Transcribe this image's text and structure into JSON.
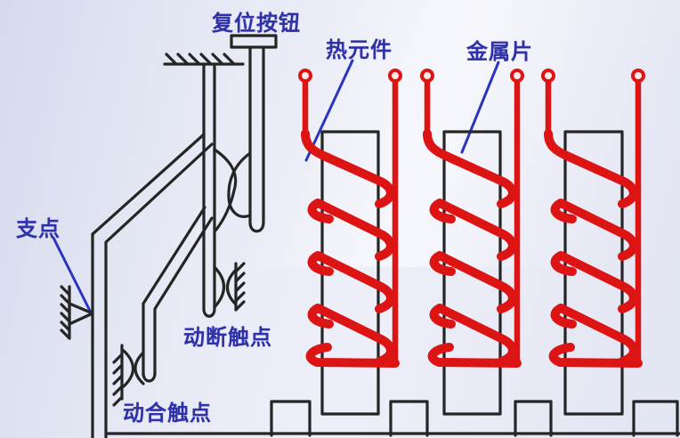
{
  "labels": {
    "reset_button": "复位按钮",
    "heating_element": "热元件",
    "metal_strip": "金属片",
    "fulcrum": "支点",
    "normally_closed_contact": "动断触点",
    "normally_open_contact": "动合触点"
  },
  "diagram": {
    "heater_unit_count": 3,
    "terminal_count": 6
  },
  "colors": {
    "label_blue": "#2e31a8",
    "leader_blue": "#2a35c0",
    "line_black": "#252525",
    "heater_red": "#dd1414",
    "terminal_fill": "#ffe9e9",
    "background_start": "#d6daec",
    "background_end": "#e2e5f2"
  }
}
